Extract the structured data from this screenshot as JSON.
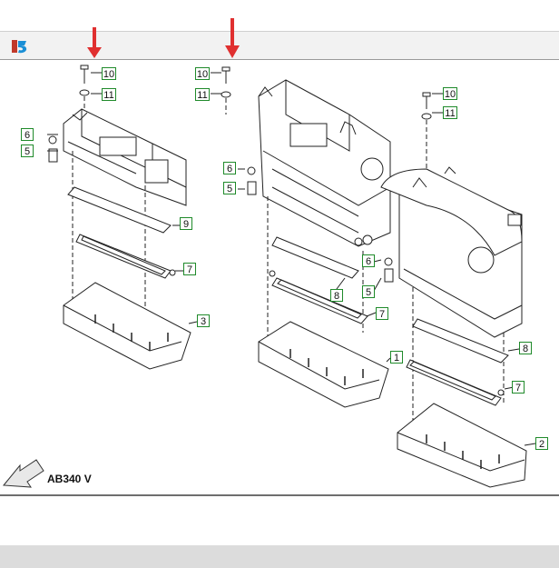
{
  "toolbar": {
    "logo_icon": "parts-catalog-logo-icon"
  },
  "diagram": {
    "model": "AB340 V",
    "callouts": [
      "10",
      "11",
      "6",
      "5",
      "9",
      "7",
      "3",
      "10",
      "11",
      "6",
      "5",
      "8",
      "7",
      "1",
      "6",
      "5",
      "10",
      "11",
      "8",
      "7",
      "2"
    ],
    "colors": {
      "callout_border": "#1f8a2a",
      "annotation_arrow": "#e03030",
      "line": "#222222"
    }
  }
}
